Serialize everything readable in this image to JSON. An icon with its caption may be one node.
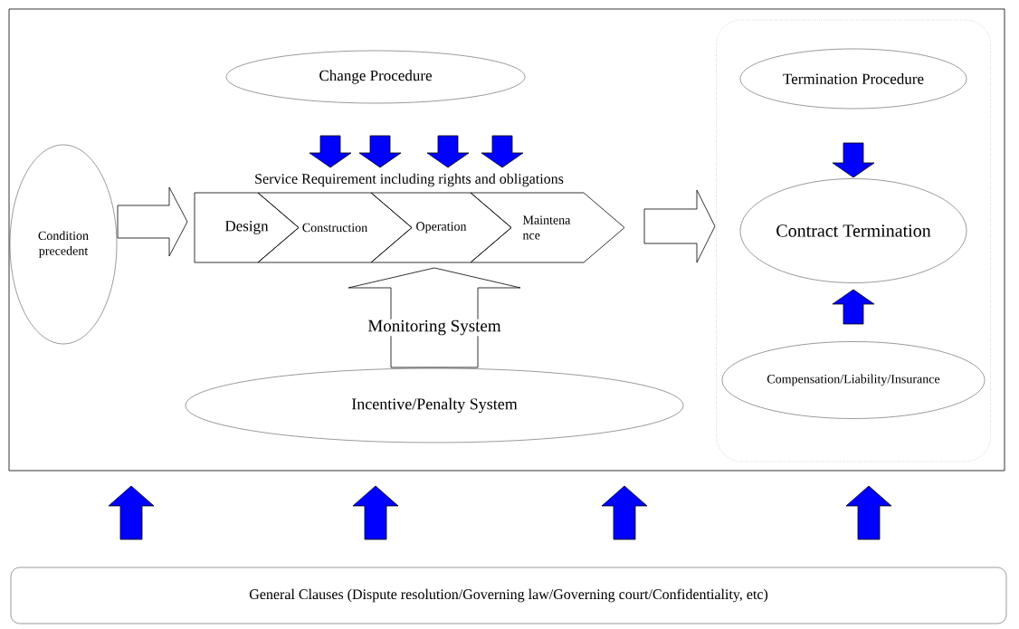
{
  "diagram": {
    "nodes": [
      {
        "text": [],
        "shape": "box"
      },
      {
        "text": [
          "Change Procedure"
        ],
        "in": 0
      },
      {
        "text": [
          "Condition precedent"
        ],
        "in": 0
      },
      {
        "text": [
          "Design"
        ],
        "in": 0
      },
      {
        "text": [
          "Construction"
        ],
        "in": 0
      },
      {
        "text": [
          "Operation"
        ],
        "in": 0
      },
      {
        "text": [
          "Maintena nce"
        ],
        "in": 0
      },
      {
        "text": [
          "Incentive/Penalty System"
        ],
        "in": 0
      },
      {
        "text": [],
        "shape": "box",
        "in": 0
      },
      {
        "text": [
          "Termination Procedure"
        ],
        "in": 8
      },
      {
        "text": [
          "Contract Termination"
        ],
        "in": 8
      },
      {
        "text": [
          "Compensation/Liability/Insurance"
        ],
        "in": 8
      },
      {
        "text": [
          "General Clauses (Dispute resolution/Governing law/Governing court/Confidentiality, etc)"
        ]
      }
    ],
    "edges": [
      {
        "from": 1,
        "to": 3,
        "arrow": "to"
      },
      {
        "from": 1,
        "to": 4,
        "arrow": "to"
      },
      {
        "from": 1,
        "to": 5,
        "arrow": "to"
      },
      {
        "from": 1,
        "to": 6,
        "arrow": "to"
      },
      {
        "from": 2,
        "to": 3,
        "arrow": "to",
        "color": "#ffffff"
      },
      {
        "from": 7,
        "to": 5,
        "arrow": "to",
        "label": "Monitoring System",
        "color": "#ffffff"
      },
      {
        "from": 6,
        "to": 8,
        "arrow": "to",
        "color": "#ffffff"
      },
      {
        "from": 9,
        "to": 10,
        "arrow": "to"
      },
      {
        "from": 11,
        "to": 10,
        "arrow": "to"
      },
      {
        "from": 12,
        "to": 0,
        "arrow": "to"
      },
      {
        "from": 12,
        "to": 0,
        "arrow": "to"
      },
      {
        "from": 12,
        "to": 0,
        "arrow": "to"
      },
      {
        "from": 12,
        "to": 0,
        "arrow": "to"
      }
    ],
    "labels": [
      "Service Requirement including rights and obligations"
    ]
  }
}
